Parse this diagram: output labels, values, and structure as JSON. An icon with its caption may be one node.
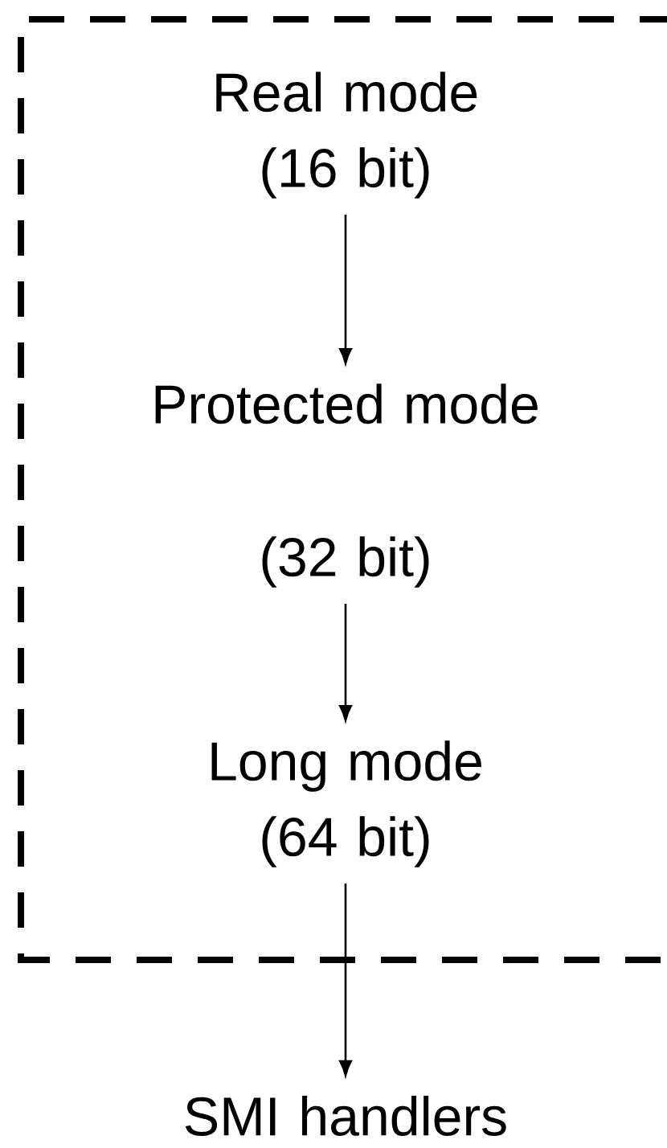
{
  "diagram": {
    "nodes": [
      {
        "text": [],
        "shape": "box"
      },
      {
        "text": [
          "Real mode (16 bit)"
        ],
        "in": 0
      },
      {
        "text": [
          "Protected mode",
          "(32 bit)"
        ],
        "in": 0
      },
      {
        "text": [
          "Long mode (64 bit)"
        ],
        "in": 0
      },
      {
        "text": [
          "SMI handlers"
        ]
      }
    ],
    "edges": [
      {
        "from": 1,
        "to": 2,
        "arrow": "to"
      },
      {
        "from": 2,
        "to": 3,
        "arrow": "to"
      },
      {
        "from": 3,
        "to": 4,
        "arrow": "to"
      }
    ]
  }
}
